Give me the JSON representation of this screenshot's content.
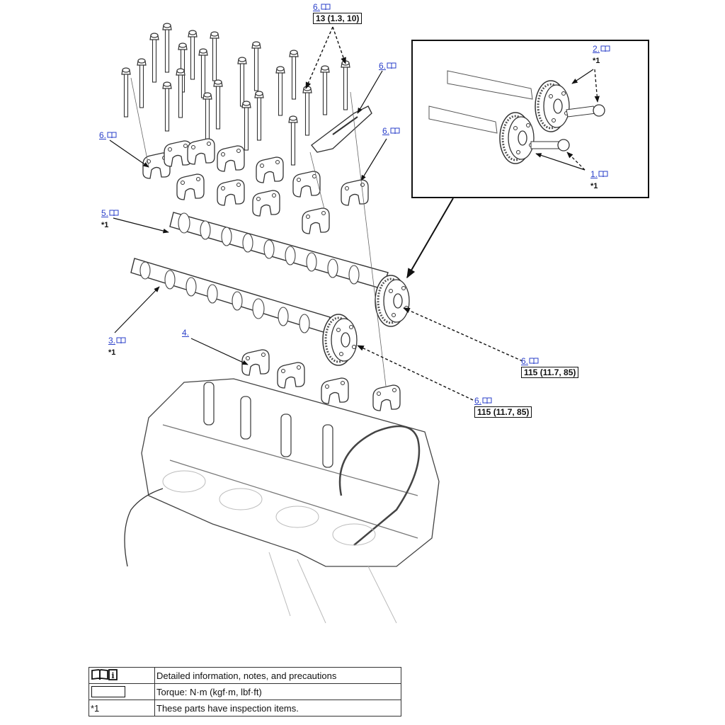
{
  "diagram": {
    "title": "Camshaft and camshaft bearing cap exploded view",
    "colors": {
      "link": "#2a3fc9",
      "line": "#111111",
      "faint": "#9a9a9a"
    },
    "callouts": [
      {
        "id": "c-top",
        "ref": "6.",
        "icon": "book-info-icon",
        "torque": "13 (1.3, 10)"
      },
      {
        "id": "c-bracket",
        "ref": "6.",
        "icon": "book-info-icon"
      },
      {
        "id": "c-cap-left",
        "ref": "6.",
        "icon": "book-info-icon"
      },
      {
        "id": "c-cap-right",
        "ref": "6.",
        "icon": "book-info-icon"
      },
      {
        "id": "c-cam-upper",
        "ref": "5.",
        "icon": "book-info-icon",
        "note": "*1"
      },
      {
        "id": "c-cam-lower",
        "ref": "3.",
        "icon": "book-info-icon",
        "note": "*1"
      },
      {
        "id": "c-caps-lower",
        "ref": "4."
      },
      {
        "id": "c-gear-upper",
        "ref": "6.",
        "icon": "book-info-icon",
        "torque": "115 (11.7, 85)"
      },
      {
        "id": "c-gear-lower",
        "ref": "6.",
        "icon": "book-info-icon",
        "torque": "115 (11.7, 85)"
      },
      {
        "id": "c-inset-2",
        "ref": "2.",
        "icon": "book-info-icon",
        "note": "*1"
      },
      {
        "id": "c-inset-1",
        "ref": "1.",
        "icon": "book-info-icon",
        "note": "*1"
      }
    ]
  },
  "legend": {
    "rows": [
      {
        "key_icon": "book-info-icon",
        "key_text": "",
        "description": "Detailed information, notes, and precautions"
      },
      {
        "key_icon": "torque-box-icon",
        "key_text": "",
        "description": "Torque: N·m (kgf·m, lbf·ft)"
      },
      {
        "key_icon": "",
        "key_text": "*1",
        "description": "These parts have inspection items."
      }
    ]
  }
}
